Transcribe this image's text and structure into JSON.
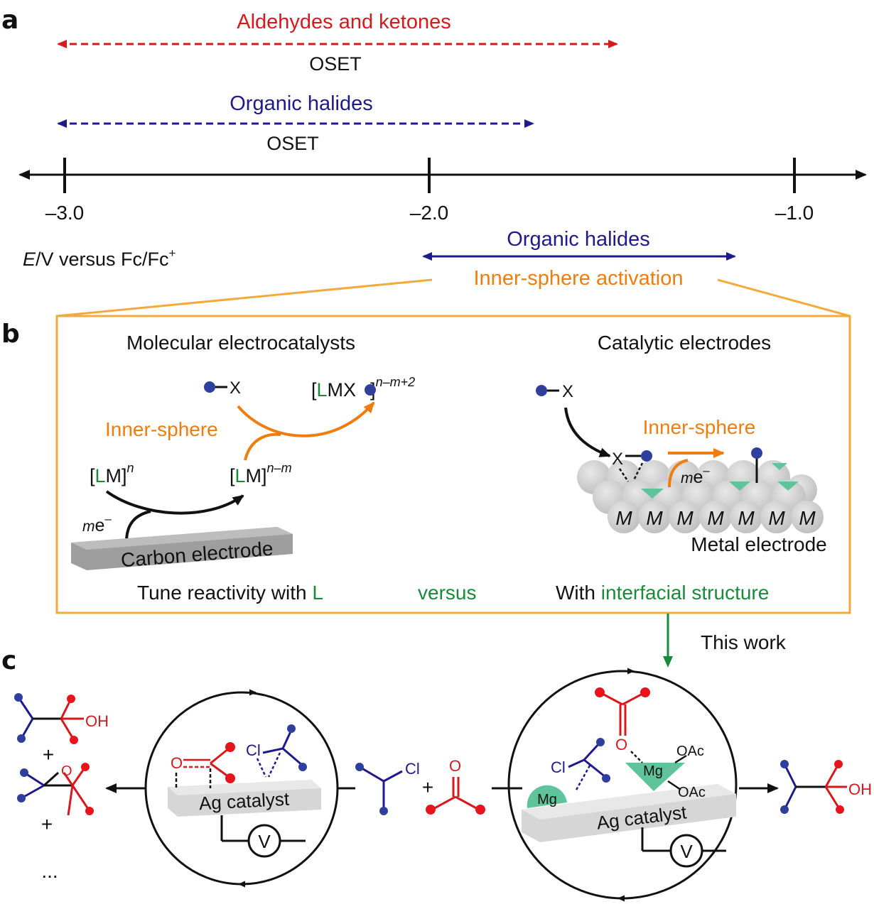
{
  "panels": {
    "a": "a",
    "b": "b",
    "c": "c"
  },
  "colors": {
    "red": "#d7191c",
    "navy": "#1f1a8c",
    "orange": "#ee7d0e",
    "green": "#1a8a3a",
    "teal_triangle": "#5fc49a",
    "box": "#f2aa3c"
  },
  "panel_a": {
    "ald_label": "Aldehydes and ketones",
    "oset": "OSET",
    "org_halides": "Organic halides",
    "ticks": [
      "–3.0",
      "–2.0",
      "–1.0"
    ],
    "axis_e": "E",
    "axis_rest": "/V versus Fc/Fc",
    "axis_sup": "+",
    "inner_halides": "Organic halides",
    "inner_activation": "Inner-sphere activation"
  },
  "panel_b": {
    "mol_title": "Molecular electrocatalysts",
    "cat_title": "Catalytic electrodes",
    "x": "X",
    "lmx_open": "[",
    "lmx_l": "L",
    "lmx_mid": "MX",
    "lmx_close": "]",
    "lmx_sup": "n–m+2",
    "inner_sphere": "Inner-sphere",
    "lm_open": "[",
    "lm_l": "L",
    "lm_close": "M]",
    "lm_sup": "n",
    "lm2_sup": "n–m",
    "me_m": "m",
    "me_e": "e",
    "me_minus": "–",
    "carbon_electrode": "Carbon electrode",
    "metal_letter": "M",
    "metal_electrode": "Metal electrode",
    "tune_prefix": "Tune reactivity with ",
    "tune_l": "L",
    "versus": "versus",
    "with_prefix": "With ",
    "interfacial": "interfacial structure"
  },
  "panel_c": {
    "this_work": "This work",
    "oh": "OH",
    "plus": "+",
    "o": "O",
    "ellipsis": "...",
    "cl": "Cl",
    "ag_catalyst": "Ag catalyst",
    "v": "V",
    "mg": "Mg",
    "oac": "OAc"
  }
}
